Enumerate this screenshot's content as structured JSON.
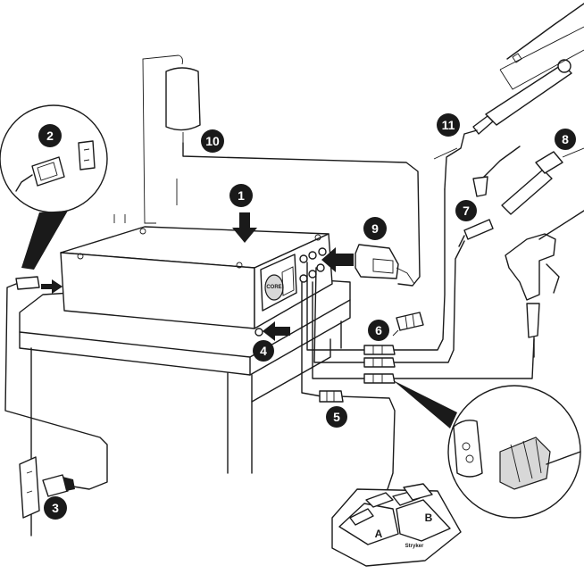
{
  "diagram": {
    "callouts": [
      {
        "id": "1",
        "label": "1"
      },
      {
        "id": "2",
        "label": "2"
      },
      {
        "id": "3",
        "label": "3"
      },
      {
        "id": "4",
        "label": "4"
      },
      {
        "id": "5",
        "label": "5"
      },
      {
        "id": "6",
        "label": "6"
      },
      {
        "id": "7",
        "label": "7"
      },
      {
        "id": "8",
        "label": "8"
      },
      {
        "id": "9",
        "label": "9"
      },
      {
        "id": "10",
        "label": "10"
      },
      {
        "id": "11",
        "label": "11"
      }
    ],
    "pedal": {
      "left_label": "A",
      "right_label": "B",
      "brand": "Stryker"
    },
    "console_logo": "CORE"
  }
}
